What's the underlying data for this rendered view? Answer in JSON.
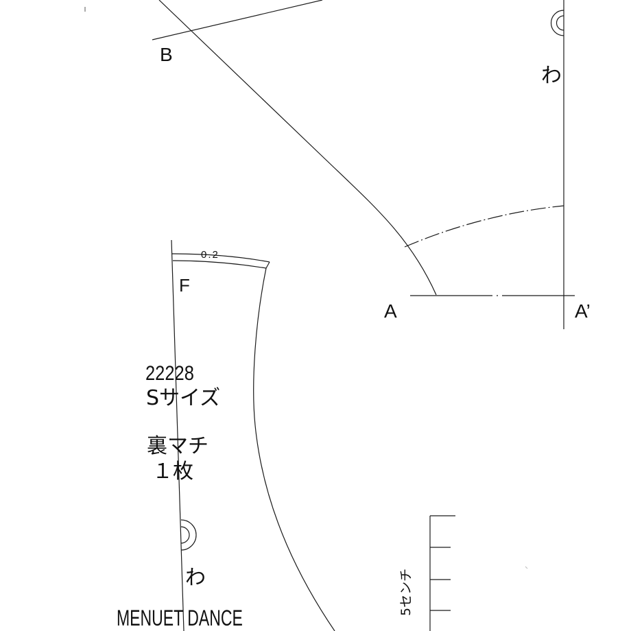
{
  "labels": {
    "point_b": "B",
    "point_a": "A",
    "point_a_prime": "A’",
    "point_f": "F",
    "fold_mark_top": "わ",
    "fold_mark_bottom": "わ",
    "allowance": "0.2",
    "pattern_number": "22228",
    "size": "Sサイズ",
    "piece_name": "裏マチ",
    "piece_count": "１枚",
    "brand": "MENUET DANCE",
    "scale_label": "5センチ"
  },
  "colors": {
    "ink": "#1a1a1a",
    "paper": "#ffffff"
  }
}
